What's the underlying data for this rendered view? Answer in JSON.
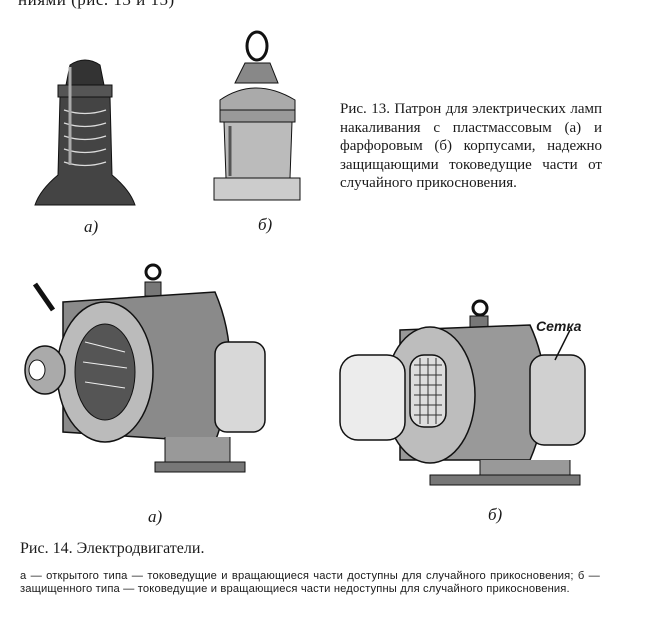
{
  "top_fragment": "ниями (рис. 13 и 15)",
  "figure13": {
    "caption": "Рис. 13. Патрон для электрических ламп накаливания с пластмассовым (а) и фарфоровым (б) корпусами, надежно защищающими токоведущие части от случайного прикосновения.",
    "label_a": "а)",
    "label_b": "б)"
  },
  "figure14": {
    "callout": "Сетка",
    "label_a": "а)",
    "label_b": "б)",
    "caption": "Рис. 14. Электродвигатели.",
    "description": "а — открытого типа — токоведущие и вращающиеся части доступны для случайного прикосновения; б — защищенного типа — токоведущие и вращающиеся части недоступны для случайного прикосновения."
  }
}
